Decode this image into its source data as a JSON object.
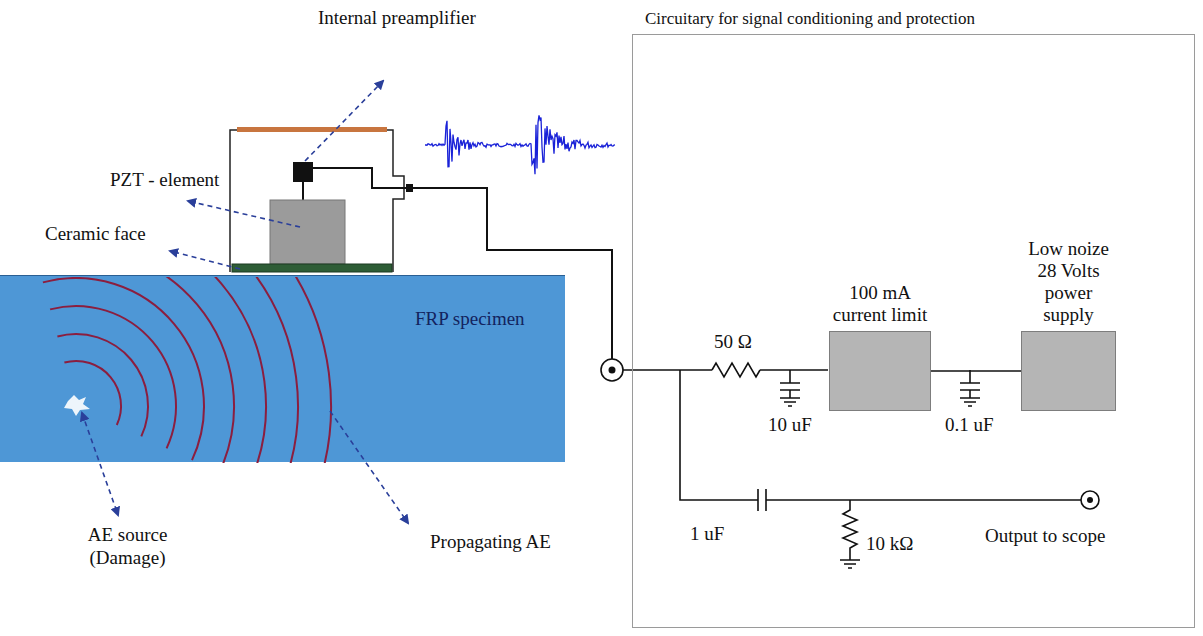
{
  "diagram": {
    "nodes": [
      {
        "text": [
          "FRP specimen"
        ]
      },
      {
        "text": [
          "Circuitary for signal conditioning and protection"
        ]
      },
      {
        "text": [
          "100 mA current limit"
        ],
        "in": 1
      },
      {
        "text": [
          "Low noize 28 Volts power supply"
        ],
        "in": 1
      }
    ],
    "edges": [
      {
        "from": 2,
        "to": 3,
        "arrow": "none"
      }
    ],
    "labels": [
      "Internal preamplifier",
      "PZT - element",
      "Ceramic face",
      "AE source (Damage)",
      "Propagating AE",
      "50 Ω",
      "10 uF",
      "0.1 uF",
      "1 uF",
      "10 kΩ",
      "Output to scope"
    ]
  }
}
